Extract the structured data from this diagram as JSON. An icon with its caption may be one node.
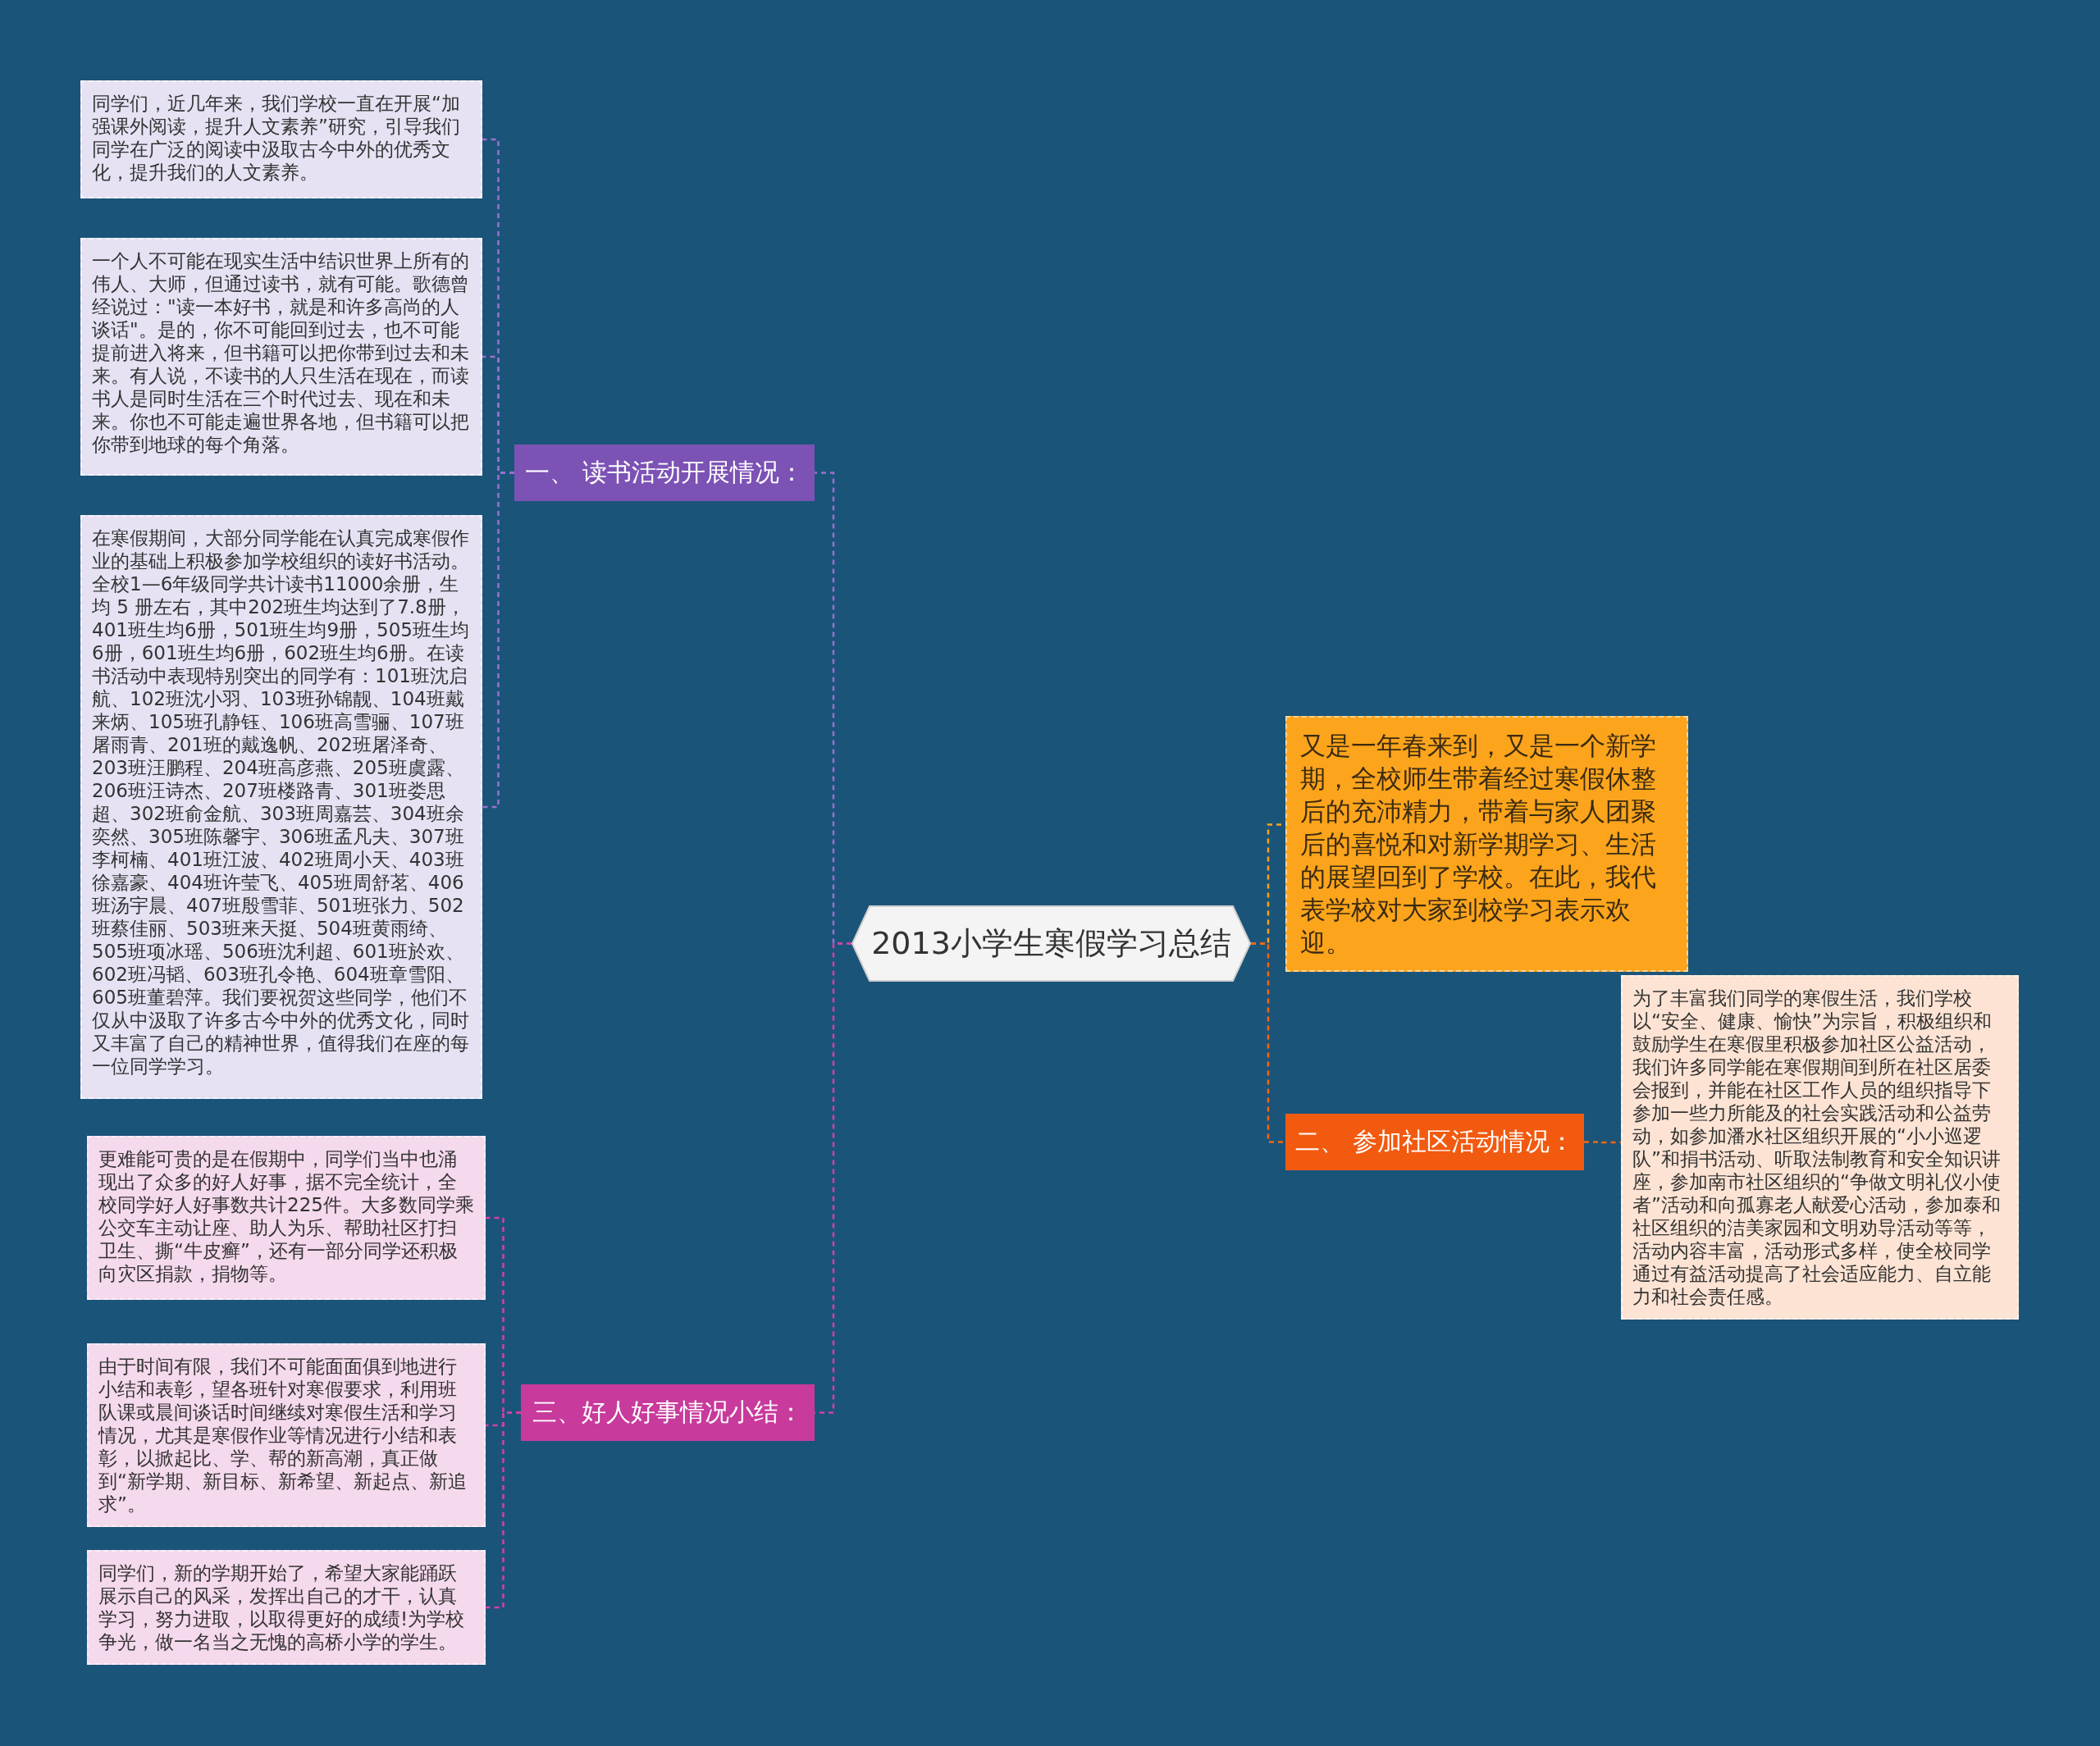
{
  "diagram": {
    "nodes": [
      {
        "text": [
          "2013小学生寒假学习总结"
        ]
      },
      {
        "text": [
          "一、 读书活动开展情况："
        ]
      },
      {
        "text": [
          "同学们，近几年来，我们学校一直在开展“加强课外阅读，提升人文素养”研究，引导我们同学在广泛的阅读中汲取古今中外的优秀文化，提升我们的人文素养。"
        ]
      },
      {
        "text": [
          "一个人不可能在现实生活中结识世界上所有的伟人、大师，但通过读书，就有可能。歌德曾经说过：\"读一本好书，就是和许多高尚的人谈话\"。是的，你不可能回到过去，也不可能提前进入将来，但书籍可以把你带到过去和未来。有人说，不读书的人只生活在现在，而读书人是同时生活在三个时代过去、现在和未来。你也不可能走遍世界各地，但书籍可以把你带到地球的每个角落。"
        ]
      },
      {
        "text": [
          "在寒假期间，大部分同学能在认真完成寒假作业的基础上积极参加学校组织的读好书活动。全校1—6年级同学共计读书11000余册，生均 5 册左右，其中202班生均达到了7.8册，401班生均6册，501班生均9册，505班生均6册，601班生均6册，602班生均6册。在读书活动中表现特别突出的同学有：101班沈启航、102班沈小羽、103班孙锦靓、104班戴来炳、105班孔静钰、106班高雪骊、107班屠雨青、201班的戴逸帆、202班屠泽奇、203班汪鹏程、204班高彦燕、205班虞露、206班汪诗杰、207班楼路青、301班娄思超、302班俞金航、303班周嘉芸、304班余奕然、305班陈馨宇、306班孟凡夫、307班李柯楠、401班江波、402班周小天、403班徐嘉豪、404班许莹飞、405班周舒茗、406班汤宇晨、407班殷雪菲、501班张力、502班蔡佳丽、503班来天挺、504班黄雨绮、505班项冰瑶、506班沈利超、601班於欢、602班冯韬、603班孔令艳、604班章雪阳、605班董碧萍。我们要祝贺这些同学，他们不仅从中汲取了许多古今中外的优秀文化，同时又丰富了自己的精神世界，值得我们在座的每一位同学学习。"
        ]
      },
      {
        "text": [
          "三、好人好事情况小结："
        ]
      },
      {
        "text": [
          "更难能可贵的是在假期中，同学们当中也涌现出了众多的好人好事，据不完全统计，全校同学好人好事数共计225件。大多数同学乘公交车主动让座、助人为乐、帮助社区打扫卫生、撕“牛皮癣”，还有一部分同学还积极向灾区捐款，捐物等。"
        ]
      },
      {
        "text": [
          "由于时间有限，我们不可能面面俱到地进行小结和表彰，望各班针对寒假要求，利用班队课或晨间谈话时间继续对寒假生活和学习情况，尤其是寒假作业等情况进行小结和表彰，以掀起比、学、帮的新高潮，真正做到“新学期、新目标、新希望、新起点、新追求”。"
        ]
      },
      {
        "text": [
          "同学们，新的学期开始了，希望大家能踊跃展示自己的风采，发挥出自己的才干，认真学习，努力进取，以取得更好的成绩!为学校争光，做一名当之无愧的高桥小学的学生。"
        ]
      },
      {
        "text": [
          "又是一年春来到，又是一个新学期，全校师生带着经过寒假休整后的充沛精力，带着与家人团聚后的喜悦和对新学期学习、生活的展望回到了学校。在此，我代表学校对大家到校学习表示欢迎。"
        ]
      },
      {
        "text": [
          "二、 参加社区活动情况："
        ]
      },
      {
        "text": [
          "为了丰富我们同学的寒假生活，我们学校以“安全、健康、愉快”为宗旨，积极组织和鼓励学生在寒假里积极参加社区公益活动，我们许多同学能在寒假期间到所在社区居委会报到，并能在社区工作人员的组织指导下参加一些力所能及的社会实践活动和公益劳动，如参加潘水社区组织开展的“小小巡逻队”和捐书活动、听取法制教育和安全知识讲座，参加南市社区组织的“争做文明礼仪小使者”活动和向孤寡老人献爱心活动，参加泰和社区组织的洁美家园和文明劝导活动等等，活动内容丰富，活动形式多样，使全校同学通过有益活动提高了社会适应能力、自立能力和社会责任感。"
        ]
      }
    ],
    "edges": [
      {
        "from": 0,
        "to": 1,
        "arrow": "none",
        "style": "dashed",
        "color": "#9a6fd0"
      },
      {
        "from": 0,
        "to": 5,
        "arrow": "none",
        "style": "dashed",
        "color": "#d63fa5"
      },
      {
        "from": 0,
        "to": 9,
        "arrow": "none",
        "style": "dashed",
        "color": "#f7a21e"
      },
      {
        "from": 0,
        "to": 10,
        "arrow": "none",
        "style": "dashed",
        "color": "#f5650f"
      },
      {
        "from": 1,
        "to": 2,
        "arrow": "none",
        "style": "dashed",
        "color": "#9a6fd0"
      },
      {
        "from": 1,
        "to": 3,
        "arrow": "none",
        "style": "dashed",
        "color": "#9a6fd0"
      },
      {
        "from": 1,
        "to": 4,
        "arrow": "none",
        "style": "dashed",
        "color": "#9a6fd0"
      },
      {
        "from": 5,
        "to": 6,
        "arrow": "none",
        "style": "dashed",
        "color": "#d63fa5"
      },
      {
        "from": 5,
        "to": 7,
        "arrow": "none",
        "style": "dashed",
        "color": "#d63fa5"
      },
      {
        "from": 5,
        "to": 8,
        "arrow": "none",
        "style": "dashed",
        "color": "#d63fa5"
      },
      {
        "from": 10,
        "to": 11,
        "arrow": "none",
        "style": "dashed",
        "color": "#f5650f"
      }
    ]
  }
}
